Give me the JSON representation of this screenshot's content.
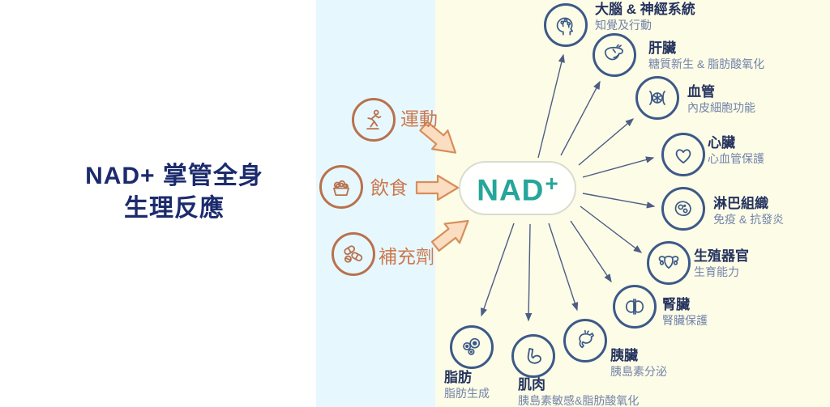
{
  "page": {
    "title_line1": "NAD+ 掌管全身",
    "title_line2": "生理反應"
  },
  "center_node": {
    "label": "NAD",
    "superscript": "+"
  },
  "inputs": [
    {
      "label": "運動",
      "icon": "exercise-icon"
    },
    {
      "label": "飲食",
      "icon": "diet-icon"
    },
    {
      "label": "補充劑",
      "icon": "supplement-icon"
    }
  ],
  "organs": [
    {
      "title": "大腦 & 神經系統",
      "subtitle": "知覺及行動",
      "icon": "brain-icon"
    },
    {
      "title": "肝臟",
      "subtitle": "糖質新生 & 脂肪酸氧化",
      "icon": "liver-icon"
    },
    {
      "title": "血管",
      "subtitle": "內皮細胞功能",
      "icon": "blood-vessel-icon"
    },
    {
      "title": "心臟",
      "subtitle": "心血管保護",
      "icon": "heart-icon"
    },
    {
      "title": "淋巴組織",
      "subtitle": "免疫 & 抗發炎",
      "icon": "lymph-icon"
    },
    {
      "title": "生殖器官",
      "subtitle": "生育能力",
      "icon": "reproductive-icon"
    },
    {
      "title": "腎臟",
      "subtitle": "腎臟保護",
      "icon": "kidney-icon"
    },
    {
      "title": "胰臟",
      "subtitle": "胰島素分泌",
      "icon": "pancreas-icon"
    },
    {
      "title": "肌肉",
      "subtitle": "胰島素敏感&脂肪酸氧化",
      "icon": "muscle-icon"
    },
    {
      "title": "脂肪",
      "subtitle": "脂肪生成",
      "icon": "fat-icon"
    }
  ],
  "colors": {
    "accent_teal": "#26a69a",
    "organ_navy": "#3c5988",
    "organ_title": "#25335e",
    "organ_subtitle": "#7383a9",
    "input_orange": "#cd7950",
    "arrow_fill": "#fbdec2",
    "arrow_stroke": "#d78e5b",
    "band_blue": "#e6f8fd",
    "band_yellow": "#fcfce7",
    "title_navy": "#1b2b6d"
  }
}
